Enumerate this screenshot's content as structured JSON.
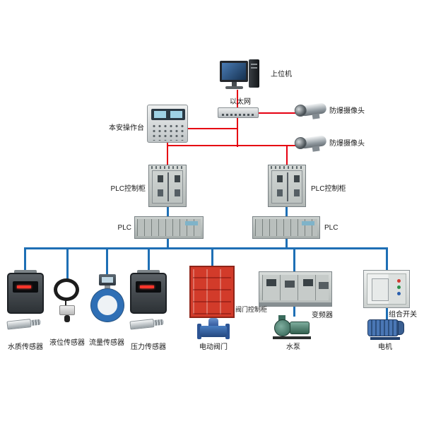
{
  "nodes": {
    "host_computer": {
      "label": "上位机"
    },
    "ethernet": {
      "label": "以太网"
    },
    "camera_top": {
      "label": "防爆摄像头"
    },
    "camera_bottom": {
      "label": "防爆摄像头"
    },
    "console": {
      "label": "本安操作台"
    },
    "plc_cabinet_left": {
      "label": "PLC控制柜"
    },
    "plc_cabinet_right": {
      "label": "PLC控制柜"
    },
    "plc_left": {
      "label": "PLC"
    },
    "plc_right": {
      "label": "PLC"
    },
    "valve_control_cabinet": {
      "label": "阀门控制柜"
    },
    "inverter": {
      "label": "变频器"
    },
    "combination_switch": {
      "label": "组合开关"
    },
    "water_quality_sensor": {
      "label": "水质传感器"
    },
    "level_sensor": {
      "label": "液位传感器"
    },
    "flow_sensor": {
      "label": "流量传感器"
    },
    "pressure_sensor": {
      "label": "压力传感器"
    },
    "electric_valve": {
      "label": "电动阀门"
    },
    "water_pump": {
      "label": "水泵"
    },
    "motor": {
      "label": "电机"
    }
  },
  "colors": {
    "control_network": "#e60012",
    "field_network": "#1e6fb5"
  }
}
